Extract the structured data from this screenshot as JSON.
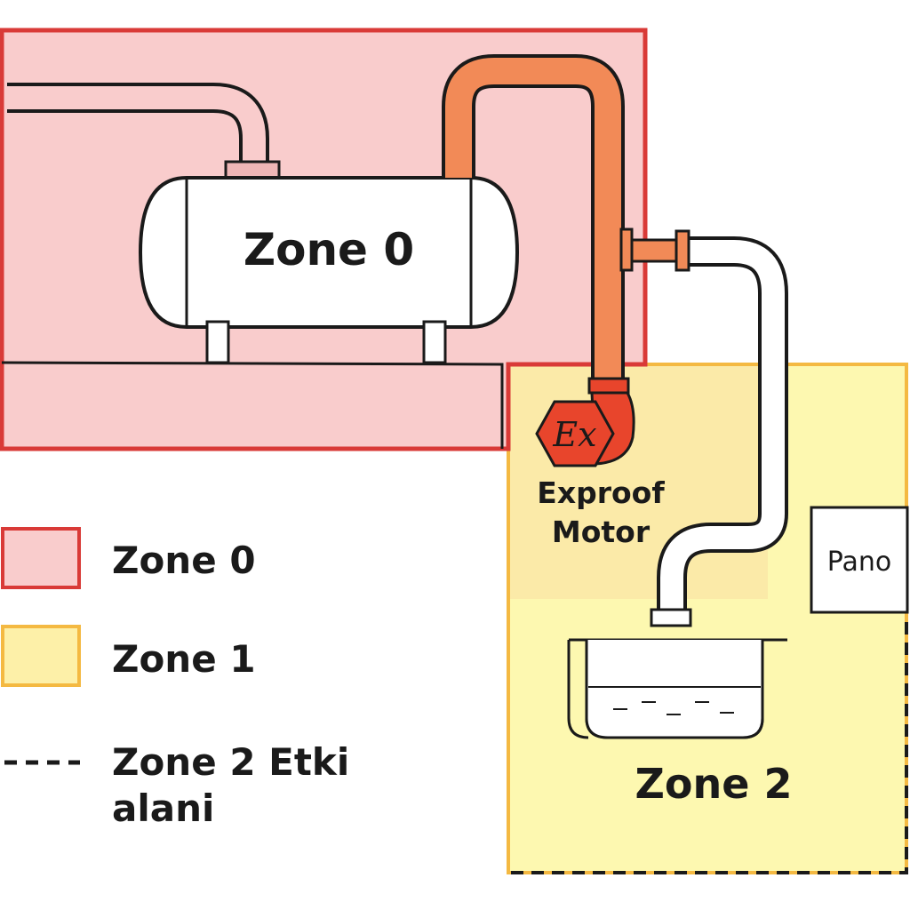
{
  "colors": {
    "zone0_fill": "#f9cccc",
    "zone0_border": "#d93a37",
    "zone1_fill": "#fdf0a8",
    "zone1_border": "#f4b942",
    "zone2_fill": "#fdf8b0",
    "hot_pipe": "#f28a57",
    "ex_symbol": "#e8452c",
    "outline": "#1a1a1a"
  },
  "diagram": {
    "tank_label": "Zone 0",
    "zone2_label": "Zone 2",
    "motor_symbol": "Ex",
    "motor_label_line1": "Exproof",
    "motor_label_line2": "Motor",
    "panel_label": "Pano"
  },
  "legend": [
    {
      "label": "Zone 0",
      "style": "zone0"
    },
    {
      "label": "Zone 1",
      "style": "zone1"
    },
    {
      "label_line1": "Zone 2 Etki",
      "label_line2": "alani",
      "style": "zone2-dashed"
    }
  ]
}
